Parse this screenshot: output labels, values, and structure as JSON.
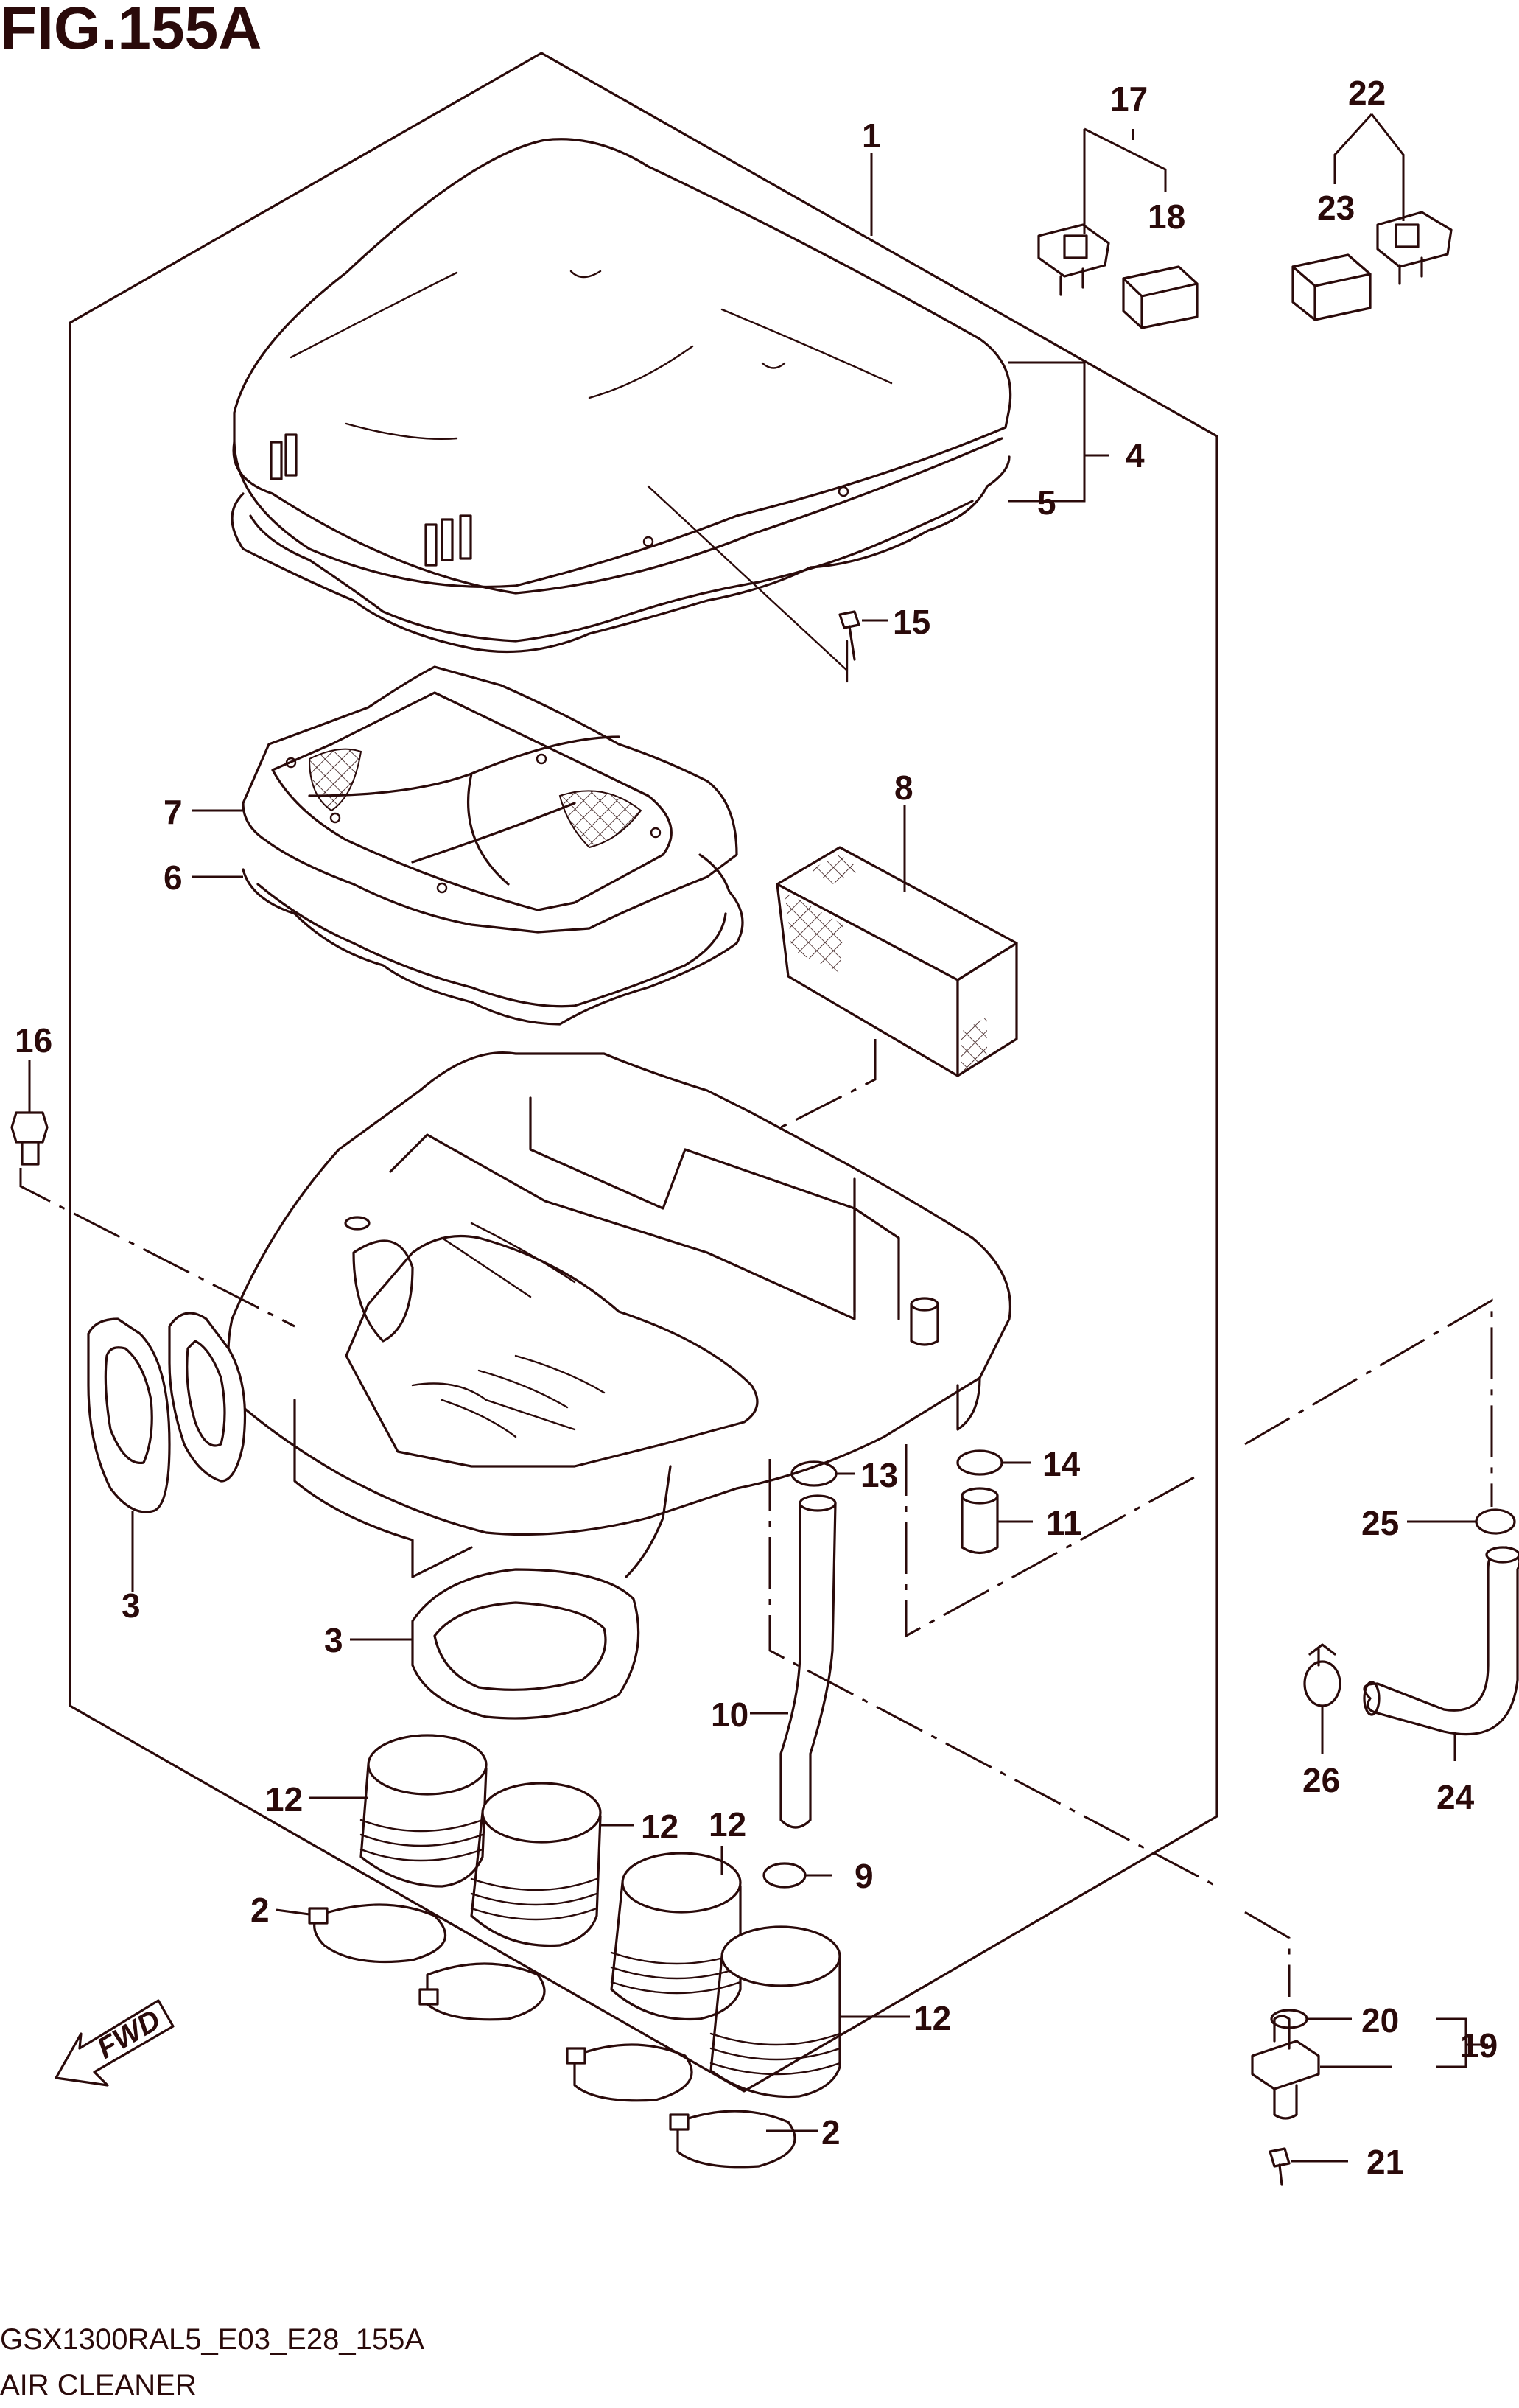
{
  "figure": {
    "title": "FIG.155A",
    "model_code": "GSX1300RAL5_E03_E28_155A",
    "caption": "AIR CLEANER"
  },
  "direction_marker": "FWD",
  "callouts": [
    {
      "id": "c1",
      "label": "1"
    },
    {
      "id": "c2a",
      "label": "2"
    },
    {
      "id": "c2b",
      "label": "2"
    },
    {
      "id": "c3a",
      "label": "3"
    },
    {
      "id": "c3b",
      "label": "3"
    },
    {
      "id": "c4",
      "label": "4"
    },
    {
      "id": "c5",
      "label": "5"
    },
    {
      "id": "c6",
      "label": "6"
    },
    {
      "id": "c7",
      "label": "7"
    },
    {
      "id": "c8",
      "label": "8"
    },
    {
      "id": "c9",
      "label": "9"
    },
    {
      "id": "c10",
      "label": "10"
    },
    {
      "id": "c11",
      "label": "11"
    },
    {
      "id": "c12a",
      "label": "12"
    },
    {
      "id": "c12b",
      "label": "12"
    },
    {
      "id": "c12c",
      "label": "12"
    },
    {
      "id": "c12d",
      "label": "12"
    },
    {
      "id": "c13",
      "label": "13"
    },
    {
      "id": "c14",
      "label": "14"
    },
    {
      "id": "c15",
      "label": "15"
    },
    {
      "id": "c16",
      "label": "16"
    },
    {
      "id": "c17",
      "label": "17"
    },
    {
      "id": "c18",
      "label": "18"
    },
    {
      "id": "c19",
      "label": "19"
    },
    {
      "id": "c20",
      "label": "20"
    },
    {
      "id": "c21",
      "label": "21"
    },
    {
      "id": "c22",
      "label": "22"
    },
    {
      "id": "c23",
      "label": "23"
    },
    {
      "id": "c24",
      "label": "24"
    },
    {
      "id": "c25",
      "label": "25"
    },
    {
      "id": "c26",
      "label": "26"
    }
  ]
}
